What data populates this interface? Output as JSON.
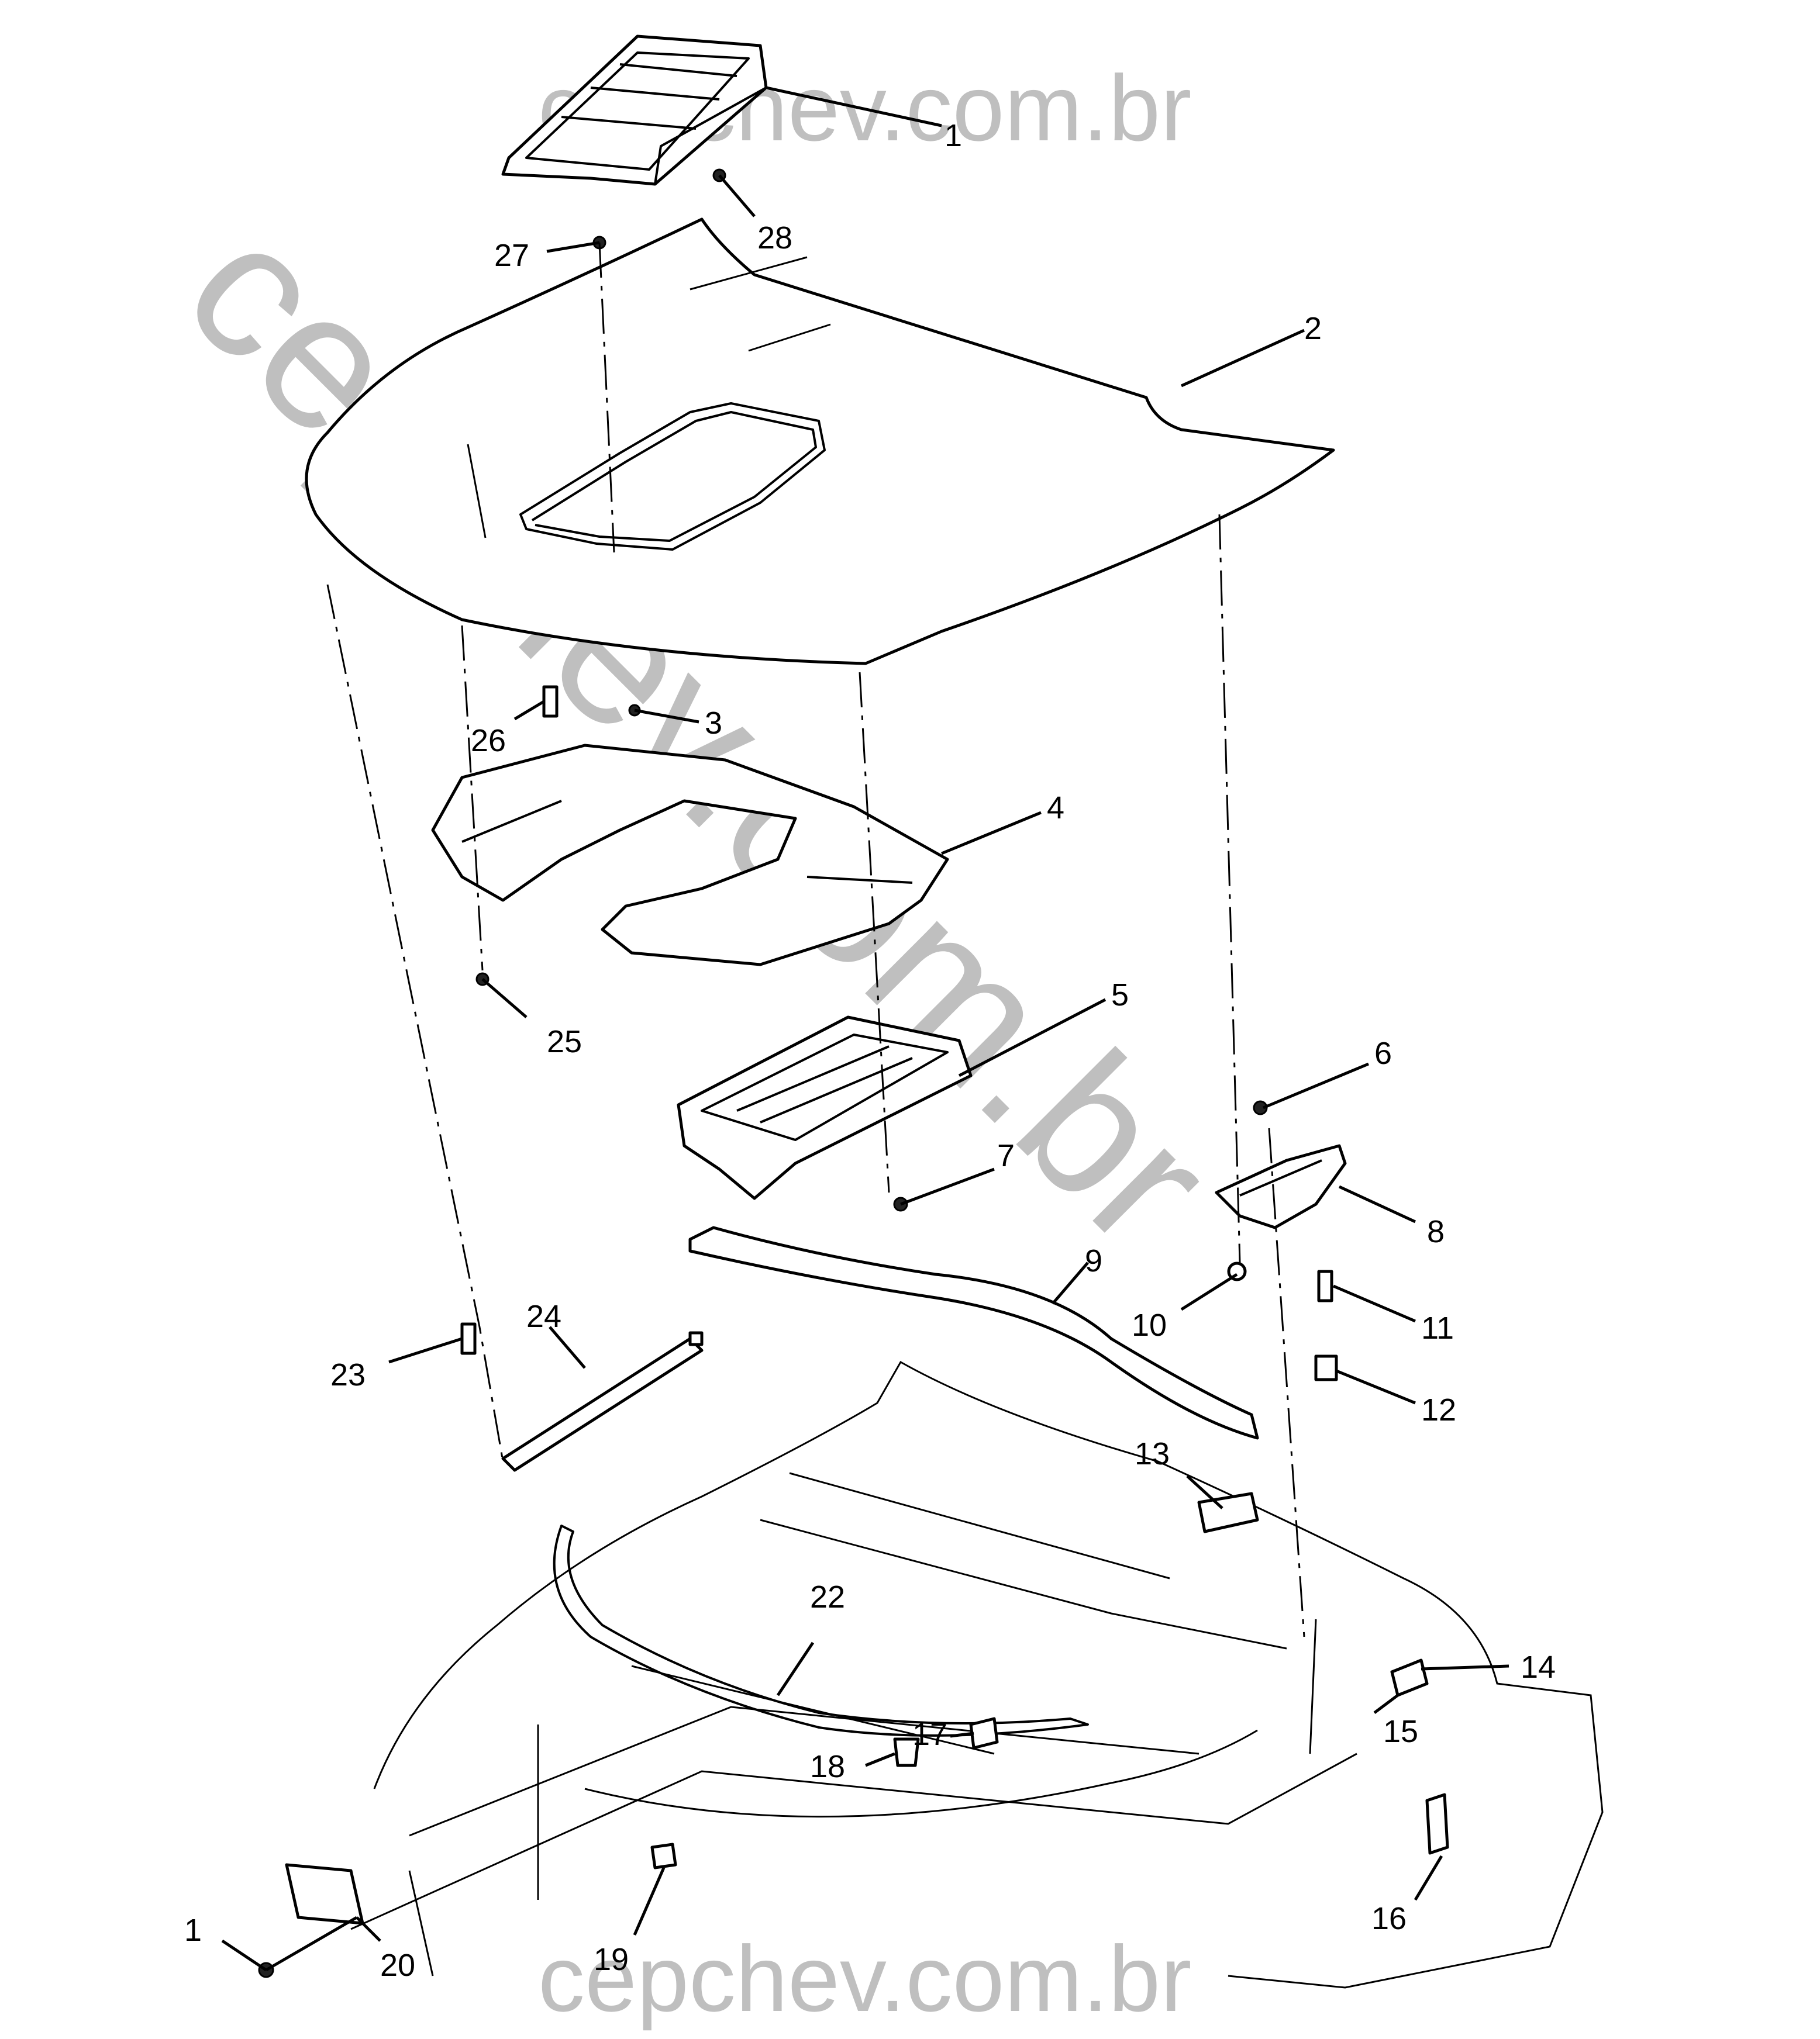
{
  "watermarks": {
    "top": "cepchev.com.br",
    "diagonal": "cepchev.com.br",
    "bottom": "cepchev.com.br"
  },
  "callouts": [
    {
      "id": "c1-top",
      "label": "1"
    },
    {
      "id": "c2",
      "label": "2"
    },
    {
      "id": "c3",
      "label": "3"
    },
    {
      "id": "c4",
      "label": "4"
    },
    {
      "id": "c5",
      "label": "5"
    },
    {
      "id": "c6",
      "label": "6"
    },
    {
      "id": "c7",
      "label": "7"
    },
    {
      "id": "c8",
      "label": "8"
    },
    {
      "id": "c9",
      "label": "9"
    },
    {
      "id": "c10",
      "label": "10"
    },
    {
      "id": "c11",
      "label": "11"
    },
    {
      "id": "c12",
      "label": "12"
    },
    {
      "id": "c13",
      "label": "13"
    },
    {
      "id": "c14",
      "label": "14"
    },
    {
      "id": "c15",
      "label": "15"
    },
    {
      "id": "c16",
      "label": "16"
    },
    {
      "id": "c17",
      "label": "17"
    },
    {
      "id": "c18",
      "label": "18"
    },
    {
      "id": "c19",
      "label": "19"
    },
    {
      "id": "c1-bottom",
      "label": "1"
    },
    {
      "id": "c20",
      "label": "20"
    },
    {
      "id": "c22",
      "label": "22"
    },
    {
      "id": "c23",
      "label": "23"
    },
    {
      "id": "c24",
      "label": "24"
    },
    {
      "id": "c25",
      "label": "25"
    },
    {
      "id": "c26",
      "label": "26"
    },
    {
      "id": "c27",
      "label": "27"
    },
    {
      "id": "c28",
      "label": "28"
    }
  ]
}
